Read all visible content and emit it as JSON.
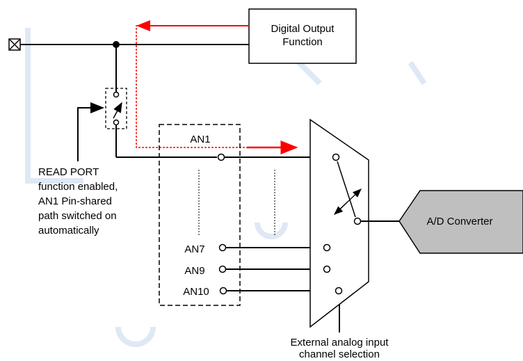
{
  "digital_output": {
    "line1": "Digital Output",
    "line2": "Function"
  },
  "read_port_note": {
    "line1": "READ PORT",
    "line2": "function enabled,",
    "line3": "AN1 Pin-shared",
    "line4": "path switched on",
    "line5": "automatically"
  },
  "channels": {
    "an1": "AN1",
    "an7": "AN7",
    "an9": "AN9",
    "an10": "AN10"
  },
  "adc": {
    "label": "A/D Converter",
    "fill": "#bfbfbf"
  },
  "mux_note": {
    "line1": "External analog input",
    "line2": "channel selection"
  },
  "colors": {
    "signal_path": "#ff0000",
    "wire": "#000000"
  }
}
